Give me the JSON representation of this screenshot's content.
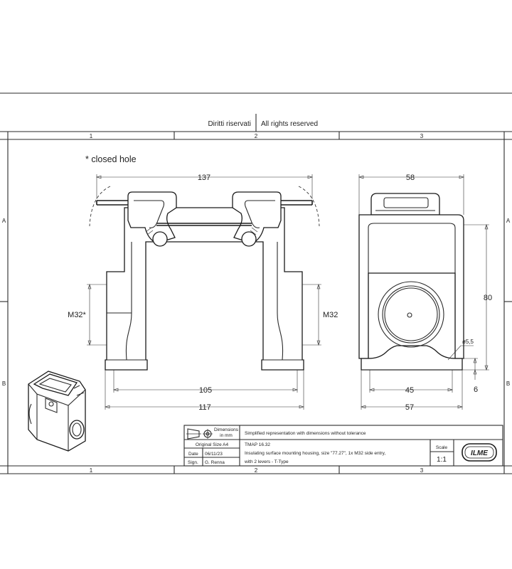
{
  "header": {
    "rights_it": "Diritti riservati",
    "rights_en": "All rights reserved"
  },
  "grid": {
    "columns": [
      "1",
      "2",
      "3"
    ],
    "rows": [
      "A",
      "B"
    ]
  },
  "drawing": {
    "note": "* closed hole",
    "front_view": {
      "width_top": "137",
      "width_mid": "105",
      "width_bottom": "117",
      "thread_left": "M32*",
      "thread_right": "M32"
    },
    "side_view": {
      "width_top": "58",
      "height": "80",
      "hole_dia": "ø5,5",
      "base_height": "6",
      "hole_spacing": "45",
      "width_bottom": "57"
    }
  },
  "title_block": {
    "dimensions_label_1": "Dimensions",
    "dimensions_label_2": "in mm",
    "original_size": "Original Size A4",
    "date_label": "Date",
    "date_value": "06/11/23",
    "sign_label": "Sign.",
    "sign_value": "G. Renna",
    "note": "Simplified representation with dimensions without tolerance",
    "code": "TMAP 16.32",
    "description_1": "Insulating surface mounting housing, size \"77.27\", 1x M32 side entry,",
    "description_2": "with 2 levers - T-Type",
    "scale_label": "Scale",
    "scale_value": "1:1",
    "logo_text": "ILME"
  }
}
